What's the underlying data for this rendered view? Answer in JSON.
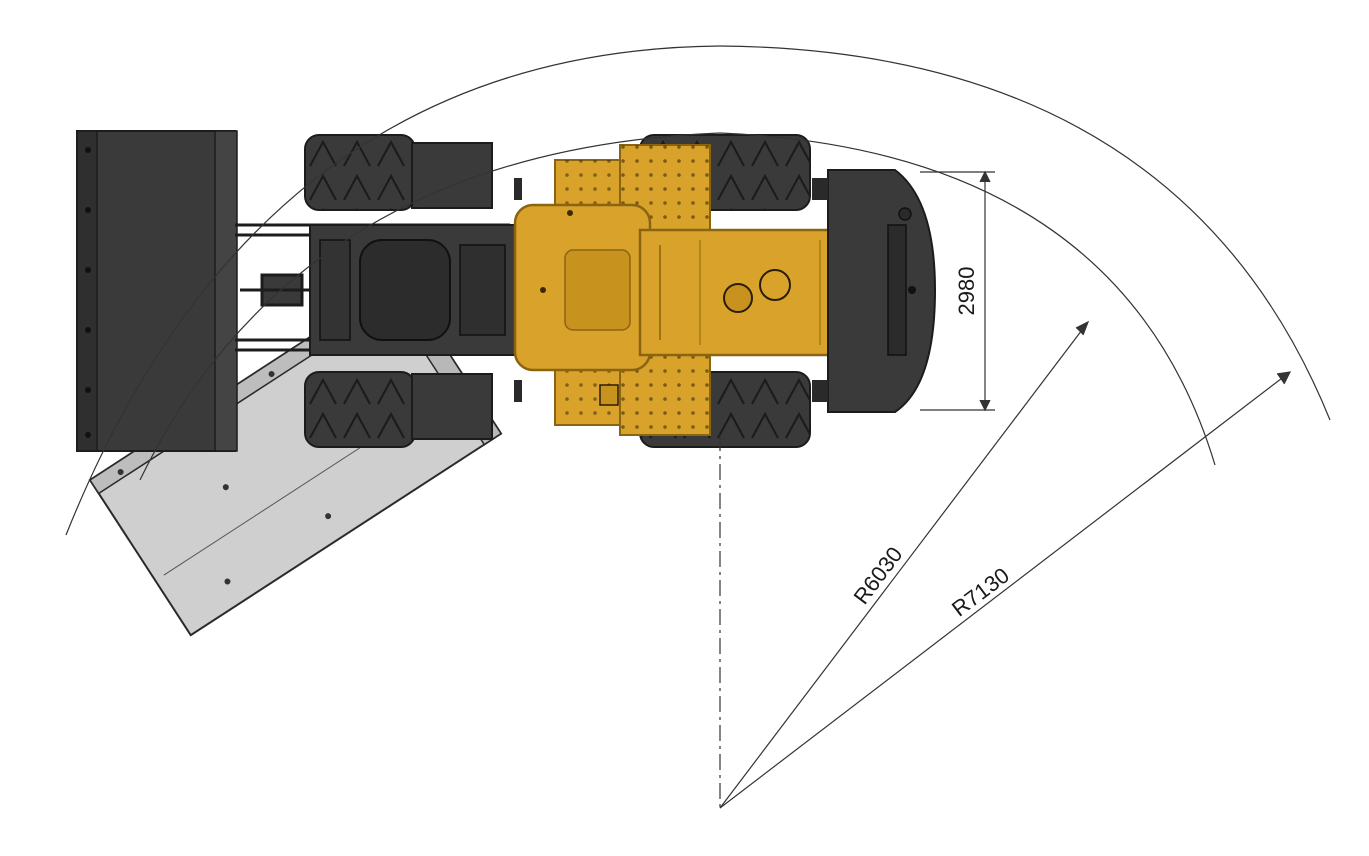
{
  "dimensions": {
    "width_label": "2980",
    "inner_radius_label": "R6030",
    "outer_radius_label": "R7130"
  },
  "colors": {
    "body": "#d9a32b",
    "body_stroke": "#8a6410",
    "dark": "#3a3a3a",
    "dark_stroke": "#1c1c1c",
    "ghost_bucket": "#cfcfcf",
    "line": "#333333"
  },
  "icons": {
    "loader": "wheel-loader-top-view-icon",
    "bucket": "bucket-icon",
    "tire": "tire-icon"
  }
}
